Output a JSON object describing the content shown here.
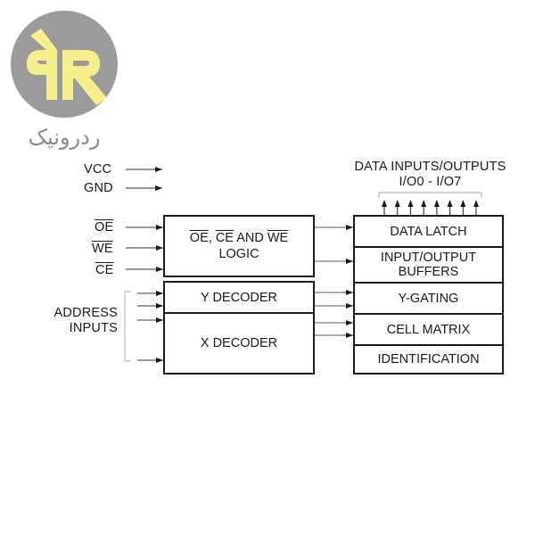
{
  "logo": {
    "icon": "rr-monogram-logo",
    "brand_text": "ردرونیک",
    "colors": {
      "circle": "#9b9b9b",
      "letters": "#f7ef8d",
      "text": "#8a8a8a"
    }
  },
  "power": {
    "vcc": "VCC",
    "gnd": "GND"
  },
  "control_inputs": {
    "oe": "OE",
    "we": "WE",
    "ce": "CE"
  },
  "address_inputs": {
    "line1": "ADDRESS",
    "line2": "INPUTS"
  },
  "logic_block": {
    "title_parts": [
      "OE",
      ", ",
      "CE",
      " AND ",
      "WE"
    ],
    "subtitle": "LOGIC"
  },
  "decoders": {
    "y": "Y DECODER",
    "x": "X DECODER"
  },
  "io_header": {
    "line1": "DATA INPUTS/OUTPUTS",
    "line2": "I/O0 - I/O7",
    "arrow_count": 8
  },
  "right_blocks": [
    {
      "label": "DATA LATCH"
    },
    {
      "label": "INPUT/OUTPUT",
      "label2": "BUFFERS"
    },
    {
      "label": "Y-GATING"
    },
    {
      "label": "CELL MATRIX"
    },
    {
      "label": "IDENTIFICATION"
    }
  ],
  "colors": {
    "line": "#1a1a1a",
    "thin_line": "#555555",
    "bracket": "#aaaaaa"
  }
}
